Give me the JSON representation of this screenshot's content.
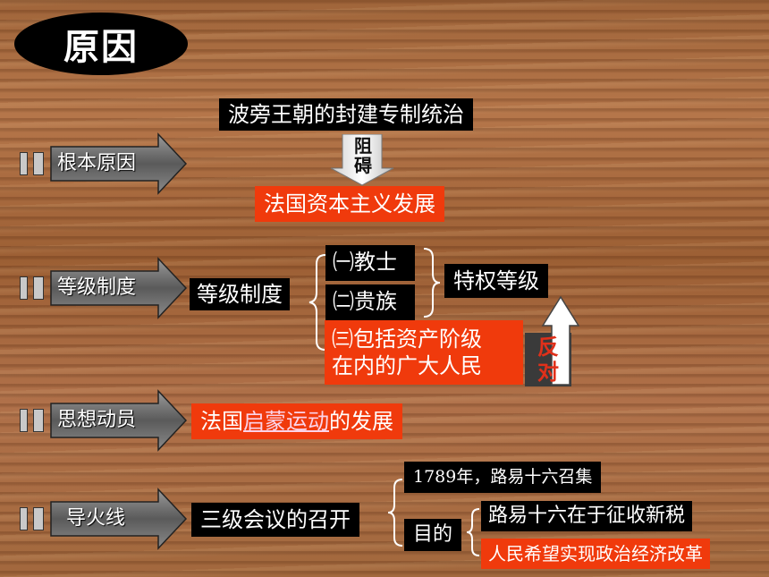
{
  "title": "原因",
  "rows": {
    "root": {
      "label": "根本原因",
      "top_box": "波旁王朝的封建专制统治",
      "arrow_text": "阻碍",
      "bottom_box": "法国资本主义发展"
    },
    "estates": {
      "label": "等级制度",
      "center_box": "等级制度",
      "items": [
        "㈠教士",
        "㈡贵族"
      ],
      "privileged": "特权等级",
      "third_line1": "㈢包括资产阶级",
      "third_line2": "在内的广大人民",
      "oppose": "反对"
    },
    "ideology": {
      "label": "思想动员",
      "pre": "法国",
      "link": "启蒙运动",
      "post": "的发展"
    },
    "fuse": {
      "label": "导火线",
      "center_box": "三级会议的召开",
      "year_box": "1789年，路易十六召集",
      "purpose_label": "目的",
      "purpose_king": "路易十六在于征收新税",
      "purpose_people": "人民希望实现政治经济改革"
    }
  },
  "colors": {
    "black_box": "#000000",
    "red_box": "#f03a0c",
    "label_text": "#ffffff",
    "oppose_text": "#e0301a",
    "link_text": "#fbd3e8"
  }
}
